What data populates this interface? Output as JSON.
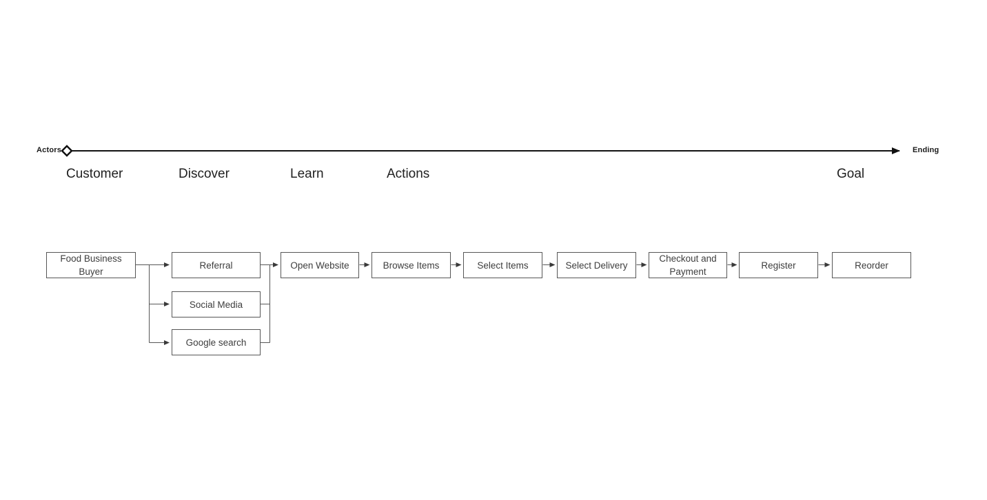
{
  "timeline": {
    "start_label": "Actors",
    "end_label": "Ending"
  },
  "stages": [
    "Customer",
    "Discover",
    "Learn",
    "Actions",
    "Goal"
  ],
  "nodes": [
    {
      "id": "food-business-buyer",
      "label": "Food Business Buyer"
    },
    {
      "id": "referral",
      "label": "Referral"
    },
    {
      "id": "social-media",
      "label": "Social Media"
    },
    {
      "id": "google-search",
      "label": "Google search"
    },
    {
      "id": "open-website",
      "label": "Open Website"
    },
    {
      "id": "browse-items",
      "label": "Browse Items"
    },
    {
      "id": "select-items",
      "label": "Select Items"
    },
    {
      "id": "select-delivery",
      "label": "Select Delivery"
    },
    {
      "id": "checkout-and-payment",
      "label": "Checkout and Payment"
    },
    {
      "id": "register",
      "label": "Register"
    },
    {
      "id": "reorder",
      "label": "Reorder"
    }
  ],
  "edges": [
    {
      "from": "food-business-buyer",
      "to": "referral"
    },
    {
      "from": "food-business-buyer",
      "to": "social-media"
    },
    {
      "from": "food-business-buyer",
      "to": "google-search"
    },
    {
      "from": "referral",
      "to": "open-website"
    },
    {
      "from": "social-media",
      "to": "open-website"
    },
    {
      "from": "google-search",
      "to": "open-website"
    },
    {
      "from": "open-website",
      "to": "browse-items"
    },
    {
      "from": "browse-items",
      "to": "select-items"
    },
    {
      "from": "select-items",
      "to": "select-delivery"
    },
    {
      "from": "select-delivery",
      "to": "checkout-and-payment"
    },
    {
      "from": "checkout-and-payment",
      "to": "register"
    },
    {
      "from": "register",
      "to": "reorder"
    }
  ],
  "colors": {
    "background": "#ffffff",
    "timeline_line": "#111111",
    "connector_line": "#555555",
    "box_border": "#555555",
    "box_fill": "#ffffff",
    "box_text": "#3d3d3d",
    "stage_text": "#212121"
  }
}
